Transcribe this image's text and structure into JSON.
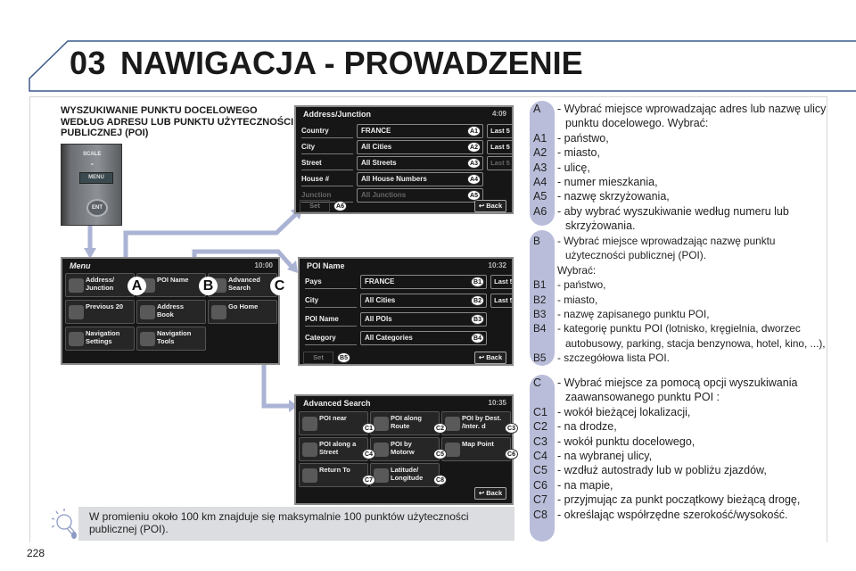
{
  "header": {
    "chapter": "03",
    "title": "NAWIGACJA - PROWADZENIE"
  },
  "heading": "WYSZUKIWANIE PUNKTU DOCELOWEGO WEDŁUG ADRESU LUB PUNKTU UŻYTECZNOŚCI PUBLICZNEJ (POI)",
  "control": {
    "scale": "SCALE",
    "menu": "MENU",
    "ent": "ENT"
  },
  "menu_screen": {
    "title": "Menu",
    "time": "10:00",
    "tiles": [
      "Address/ Junction",
      "POI Name",
      "Advanced Search",
      "Previous 20",
      "Address Book",
      "Go Home",
      "Navigation Settings",
      "Navigation Tools"
    ],
    "callouts": [
      "A",
      "B",
      "C"
    ]
  },
  "address_screen": {
    "title": "Address/Junction",
    "time": "4:09",
    "rows": [
      {
        "label": "Country",
        "value": "FRANCE",
        "last": "Last 5",
        "badge": "A1"
      },
      {
        "label": "City",
        "value": "All Cities",
        "last": "Last 5",
        "badge": "A2"
      },
      {
        "label": "Street",
        "value": "All Streets",
        "last": "Last 5",
        "badge": "A3"
      },
      {
        "label": "House #",
        "value": "All House Numbers",
        "last": "",
        "badge": "A4"
      },
      {
        "label": "Junction",
        "value": "All Junctions",
        "last": "",
        "badge": "A5"
      }
    ],
    "set": "Set",
    "set_badge": "A6",
    "back": "Back"
  },
  "poi_screen": {
    "title": "POI Name",
    "time": "10:32",
    "rows": [
      {
        "label": "Pays",
        "value": "FRANCE",
        "last": "Last 5",
        "badge": "B1"
      },
      {
        "label": "City",
        "value": "All Cities",
        "last": "Last 5",
        "badge": "B2"
      },
      {
        "label": "POI Name",
        "value": "All POIs",
        "last": "",
        "badge": "B3"
      },
      {
        "label": "Category",
        "value": "All Categories",
        "last": "",
        "badge": "B4"
      }
    ],
    "set": "Set",
    "set_badge": "B5",
    "back": "Back"
  },
  "adv_screen": {
    "title": "Advanced Search",
    "time": "10:35",
    "tiles": [
      {
        "label": "POI near",
        "badge": "C1"
      },
      {
        "label": "POI along Route",
        "badge": "C2"
      },
      {
        "label": "POI by Dest. /Inter. d",
        "badge": "C3"
      },
      {
        "label": "POI along a Street",
        "badge": "C4"
      },
      {
        "label": "POI by Motorw",
        "badge": "C5"
      },
      {
        "label": "Map Point",
        "badge": "C6"
      },
      {
        "label": "Return To",
        "badge": "C7"
      },
      {
        "label": "Latitude/ Longitude",
        "badge": "C8"
      }
    ],
    "back": "Back"
  },
  "tip": "W promieniu około 100 km znajduje się maksymalnie 100 punktów użyteczności publicznej (POI).",
  "page_number": "228",
  "legend": {
    "A": [
      {
        "k": "A",
        "t": "- Wybrać miejsce wprowadzając adres lub nazwę ulicy punktu docelowego. Wybrać:"
      },
      {
        "k": "A1",
        "t": "- państwo,"
      },
      {
        "k": "A2",
        "t": "- miasto,"
      },
      {
        "k": "A3",
        "t": "- ulicę,"
      },
      {
        "k": "A4",
        "t": "- numer mieszkania,"
      },
      {
        "k": "A5",
        "t": "- nazwę skrzyżowania,"
      },
      {
        "k": "A6",
        "t": "- aby wybrać wyszukiwanie według numeru lub skrzyżowania."
      }
    ],
    "B": [
      {
        "k": "B",
        "t": "- Wybrać miejsce wprowadzając nazwę punktu użyteczności publicznej (POI)."
      },
      {
        "k": "",
        "t": "Wybrać:"
      },
      {
        "k": "B1",
        "t": "- państwo,"
      },
      {
        "k": "B2",
        "t": "- miasto,"
      },
      {
        "k": "B3",
        "t": "- nazwę zapisanego punktu POI,"
      },
      {
        "k": "B4",
        "t": "- kategorię punktu POI (lotnisko, kręgielnia, dworzec autobusowy, parking, stacja benzynowa, hotel, kino, ...),"
      },
      {
        "k": "B5",
        "t": "- szczegółowa lista POI."
      }
    ],
    "C": [
      {
        "k": "C",
        "t": "- Wybrać miejsce za pomocą opcji wyszukiwania zaawansowanego punktu POI :"
      },
      {
        "k": "C1",
        "t": "- wokół bieżącej lokalizacji,"
      },
      {
        "k": "C2",
        "t": "- na drodze,"
      },
      {
        "k": "C3",
        "t": "- wokół punktu docelowego,"
      },
      {
        "k": "C4",
        "t": "- na wybranej ulicy,"
      },
      {
        "k": "C5",
        "t": "- wzdłuż autostrady lub w pobliżu zjazdów,"
      },
      {
        "k": "C6",
        "t": "- na mapie,"
      },
      {
        "k": "C7",
        "t": "- przyjmując za punkt początkowy bieżącą drogę,"
      },
      {
        "k": "C8",
        "t": "- określając współrzędne szerokość/wysokość."
      }
    ]
  },
  "colors": {
    "header_line": "#3c5a8c",
    "connector": "#aab3d4",
    "pill": "#b9bdd9",
    "tip_bg": "#dcdde0",
    "screen_bg": "#161616"
  }
}
